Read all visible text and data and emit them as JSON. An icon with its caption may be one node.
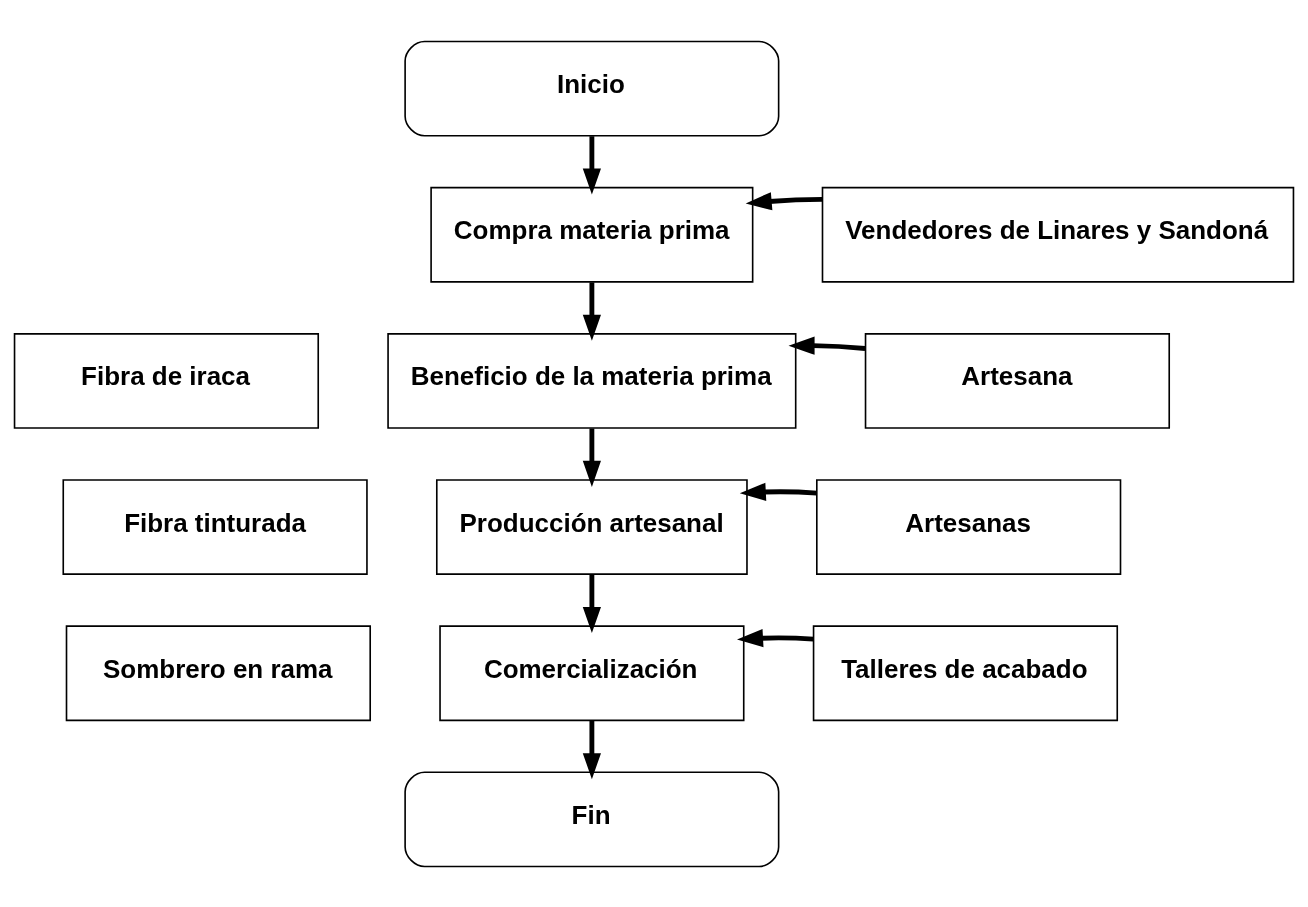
{
  "diagram": {
    "nodes": [
      {
        "text": [
          "Inicio"
        ]
      },
      {
        "text": [
          "Compra materia prima"
        ]
      },
      {
        "text": [
          "Vendedores de Linares y Sandoná"
        ]
      },
      {
        "text": [
          "Fibra de iraca"
        ]
      },
      {
        "text": [
          "Beneficio de la materia prima"
        ]
      },
      {
        "text": [
          "Artesana"
        ]
      },
      {
        "text": [
          "Fibra tinturada"
        ]
      },
      {
        "text": [
          "Producción artesanal"
        ]
      },
      {
        "text": [
          "Artesanas"
        ]
      },
      {
        "text": [
          "Sombrero en rama"
        ]
      },
      {
        "text": [
          "Comercialización"
        ]
      },
      {
        "text": [
          "Talleres de acabado"
        ]
      },
      {
        "text": [
          "Fin"
        ]
      }
    ],
    "edges": [
      {
        "from": 0,
        "to": 1,
        "arrow": "to"
      },
      {
        "from": 2,
        "to": 1,
        "arrow": "to"
      },
      {
        "from": 1,
        "to": 4,
        "arrow": "to"
      },
      {
        "from": 5,
        "to": 4,
        "arrow": "to"
      },
      {
        "from": 4,
        "to": 7,
        "arrow": "to"
      },
      {
        "from": 8,
        "to": 7,
        "arrow": "to"
      },
      {
        "from": 7,
        "to": 10,
        "arrow": "to"
      },
      {
        "from": 11,
        "to": 10,
        "arrow": "to"
      },
      {
        "from": 10,
        "to": 12,
        "arrow": "to"
      }
    ]
  }
}
